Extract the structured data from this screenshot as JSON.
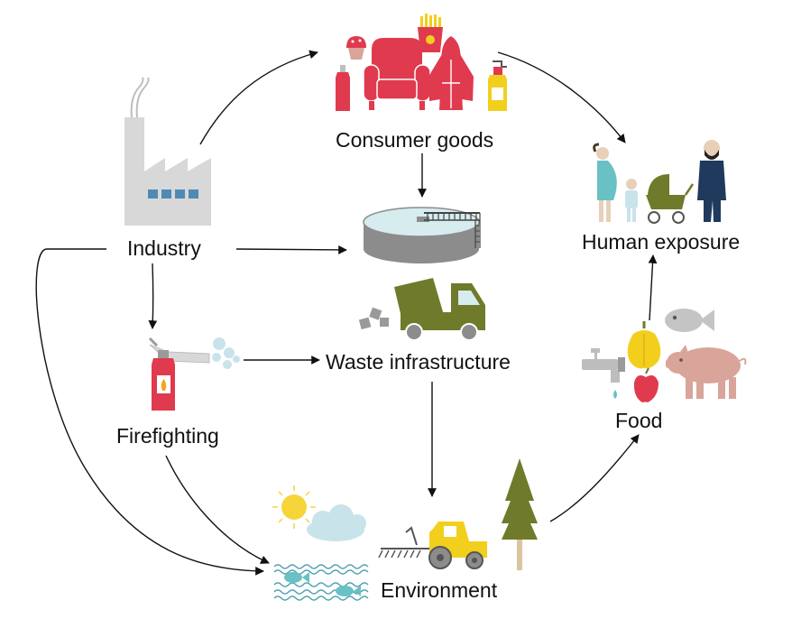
{
  "nodes": {
    "industry": "Industry",
    "consumer_goods": "Consumer goods",
    "waste_infrastructure": "Waste infrastructure",
    "firefighting": "Firefighting",
    "environment": "Environment",
    "food": "Food",
    "human_exposure": "Human exposure"
  },
  "flows": [
    [
      "Industry",
      "Consumer goods"
    ],
    [
      "Industry",
      "Waste infrastructure"
    ],
    [
      "Industry",
      "Firefighting"
    ],
    [
      "Industry",
      "Environment"
    ],
    [
      "Consumer goods",
      "Waste infrastructure"
    ],
    [
      "Consumer goods",
      "Human exposure"
    ],
    [
      "Firefighting",
      "Waste infrastructure"
    ],
    [
      "Firefighting",
      "Environment"
    ],
    [
      "Waste infrastructure",
      "Environment"
    ],
    [
      "Environment",
      "Food"
    ],
    [
      "Food",
      "Human exposure"
    ]
  ],
  "colors": {
    "consumer_red": "#e03a4e",
    "consumer_yellow": "#f2cf1d",
    "industry_gray": "#d8d8d8",
    "industry_window": "#4f8ab5",
    "olive": "#6f7a2b",
    "gray": "#9a9a9a",
    "teal": "#69c0c5",
    "navy": "#1f3a5c",
    "pink": "#d9a49a",
    "sun": "#f6d53b",
    "cloud": "#c9e3ea",
    "arrow": "#111111"
  },
  "icons": [
    "factory-icon",
    "muffin-icon",
    "armchair-icon",
    "fries-icon",
    "bathrobe-icon",
    "spray-can-icon",
    "bottle-icon",
    "treatment-plant-icon",
    "dump-truck-icon",
    "fire-extinguisher-icon",
    "sun-icon",
    "cloud-icon",
    "water-with-fish-icon",
    "tractor-icon",
    "tree-icon",
    "faucet-icon",
    "pepper-icon",
    "apple-icon",
    "fish-icon",
    "pig-icon",
    "pregnant-woman-icon",
    "child-icon",
    "baby-stroller-icon",
    "man-icon"
  ]
}
